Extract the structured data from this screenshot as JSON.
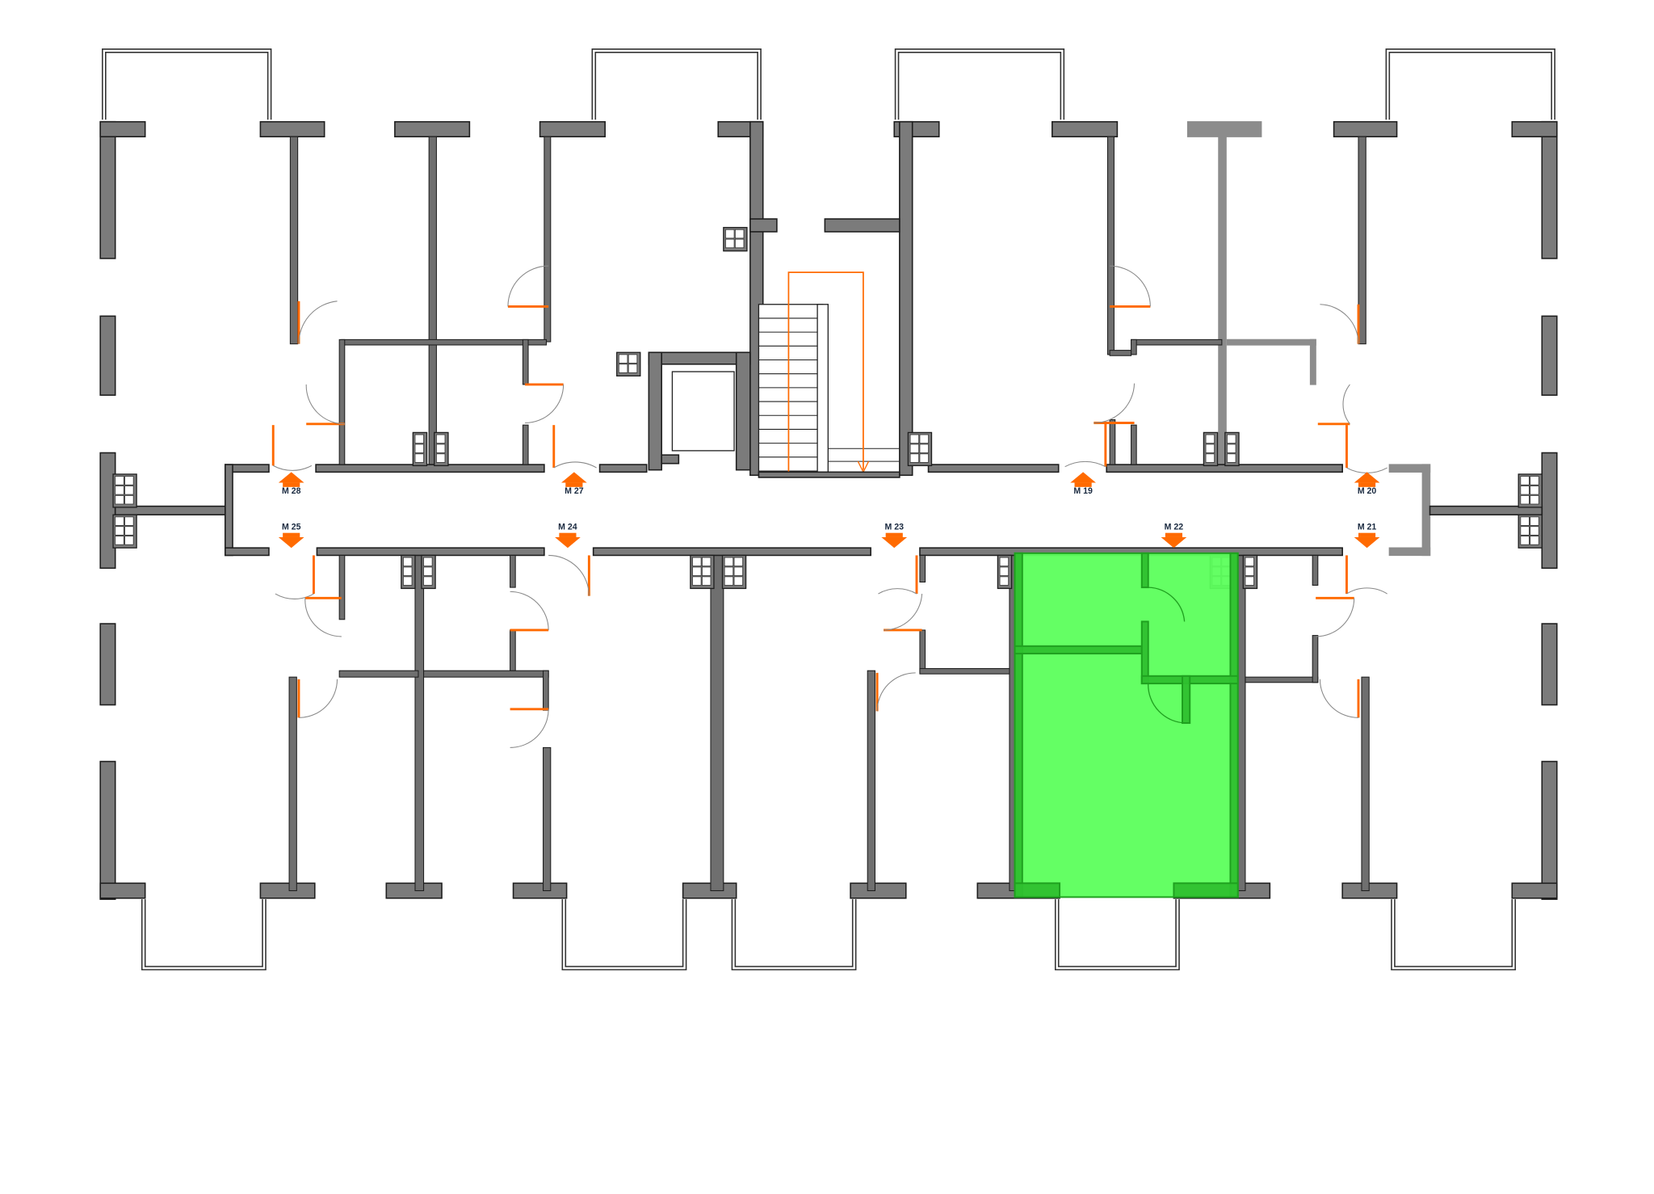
{
  "plan": {
    "units_upper": [
      {
        "label": "M 28",
        "direction": "up"
      },
      {
        "label": "M 27",
        "direction": "up"
      },
      {
        "label": "M 19",
        "direction": "up"
      },
      {
        "label": "M 20",
        "direction": "up"
      }
    ],
    "units_lower": [
      {
        "label": "M 25",
        "direction": "down"
      },
      {
        "label": "M 24",
        "direction": "down"
      },
      {
        "label": "M 23",
        "direction": "down"
      },
      {
        "label": "M 22",
        "direction": "down"
      },
      {
        "label": "M 21",
        "direction": "down"
      }
    ],
    "highlighted_unit": "M 22",
    "colors": {
      "wall": "#7b7b7b",
      "door": "#ff6a00",
      "highlight": "#5cff5c",
      "highlight_edge": "#1fa01f"
    }
  }
}
